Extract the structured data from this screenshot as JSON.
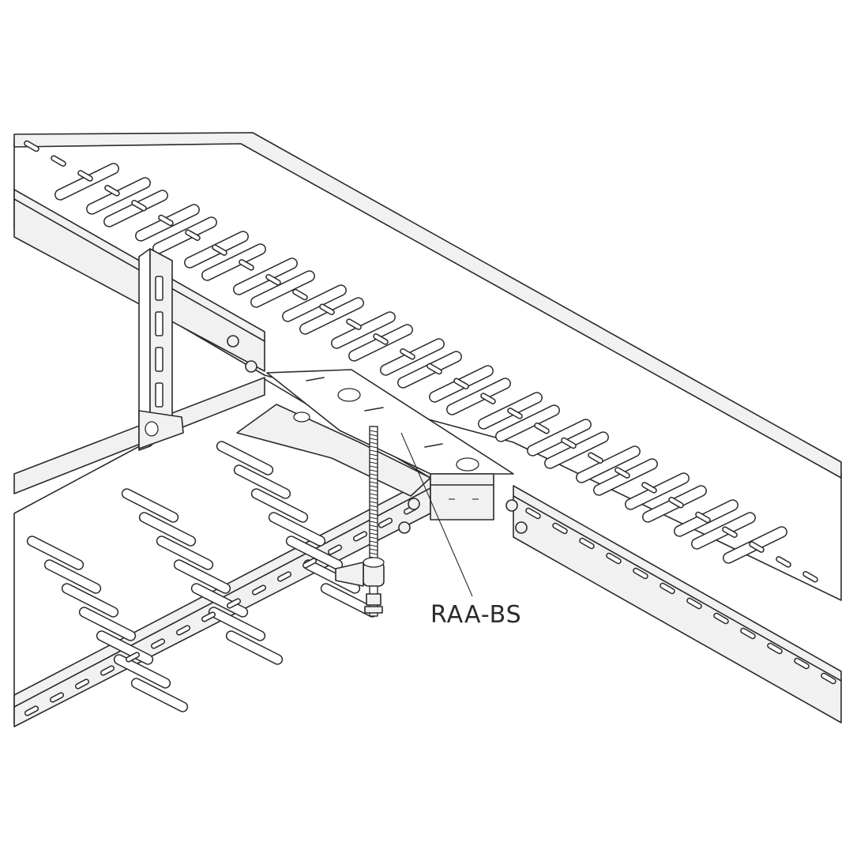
{
  "callout": {
    "label": "RAA-BS"
  },
  "colors": {
    "line": "#2a2a2a",
    "background": "#ffffff",
    "fill": "#f1f1f1"
  },
  "icons": [
    "cable-tray",
    "tee-junction-plate",
    "threaded-rod",
    "support-bracket",
    "bolt"
  ]
}
